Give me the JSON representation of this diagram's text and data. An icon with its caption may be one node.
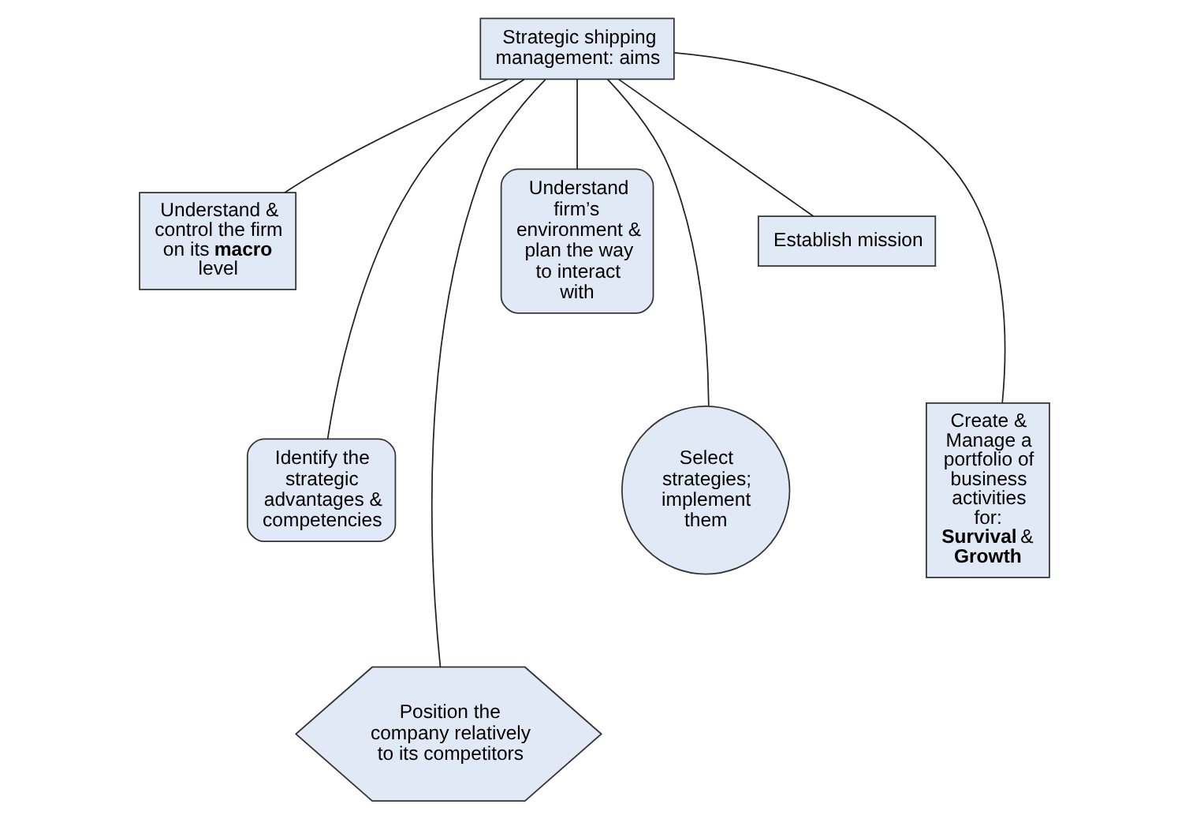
{
  "diagram": {
    "nodes": [
      {
        "text": [
          "Strategic shipping management: aims"
        ]
      },
      {
        "text": [
          "Understand & control the firm on its **macro** level"
        ]
      },
      {
        "text": [
          "Identify the strategic advantages & competencies"
        ]
      },
      {
        "text": [
          "Position the company relatively to its competitors"
        ]
      },
      {
        "text": [
          "Understand firm’s environment & plan the way to interact with"
        ]
      },
      {
        "text": [
          "Select strategies; implement them"
        ]
      },
      {
        "text": [
          "Establish mission"
        ]
      },
      {
        "text": [
          "Create & Manage a portfolio of business activities for: **Survival** & **Growth**"
        ]
      }
    ],
    "edges": [
      {
        "from": 0,
        "to": 1,
        "arrow": "none"
      },
      {
        "from": 0,
        "to": 2,
        "arrow": "none"
      },
      {
        "from": 0,
        "to": 3,
        "arrow": "none"
      },
      {
        "from": 0,
        "to": 4,
        "arrow": "none"
      },
      {
        "from": 0,
        "to": 5,
        "arrow": "none"
      },
      {
        "from": 0,
        "to": 6,
        "arrow": "none"
      },
      {
        "from": 0,
        "to": 7,
        "arrow": "none"
      }
    ]
  }
}
